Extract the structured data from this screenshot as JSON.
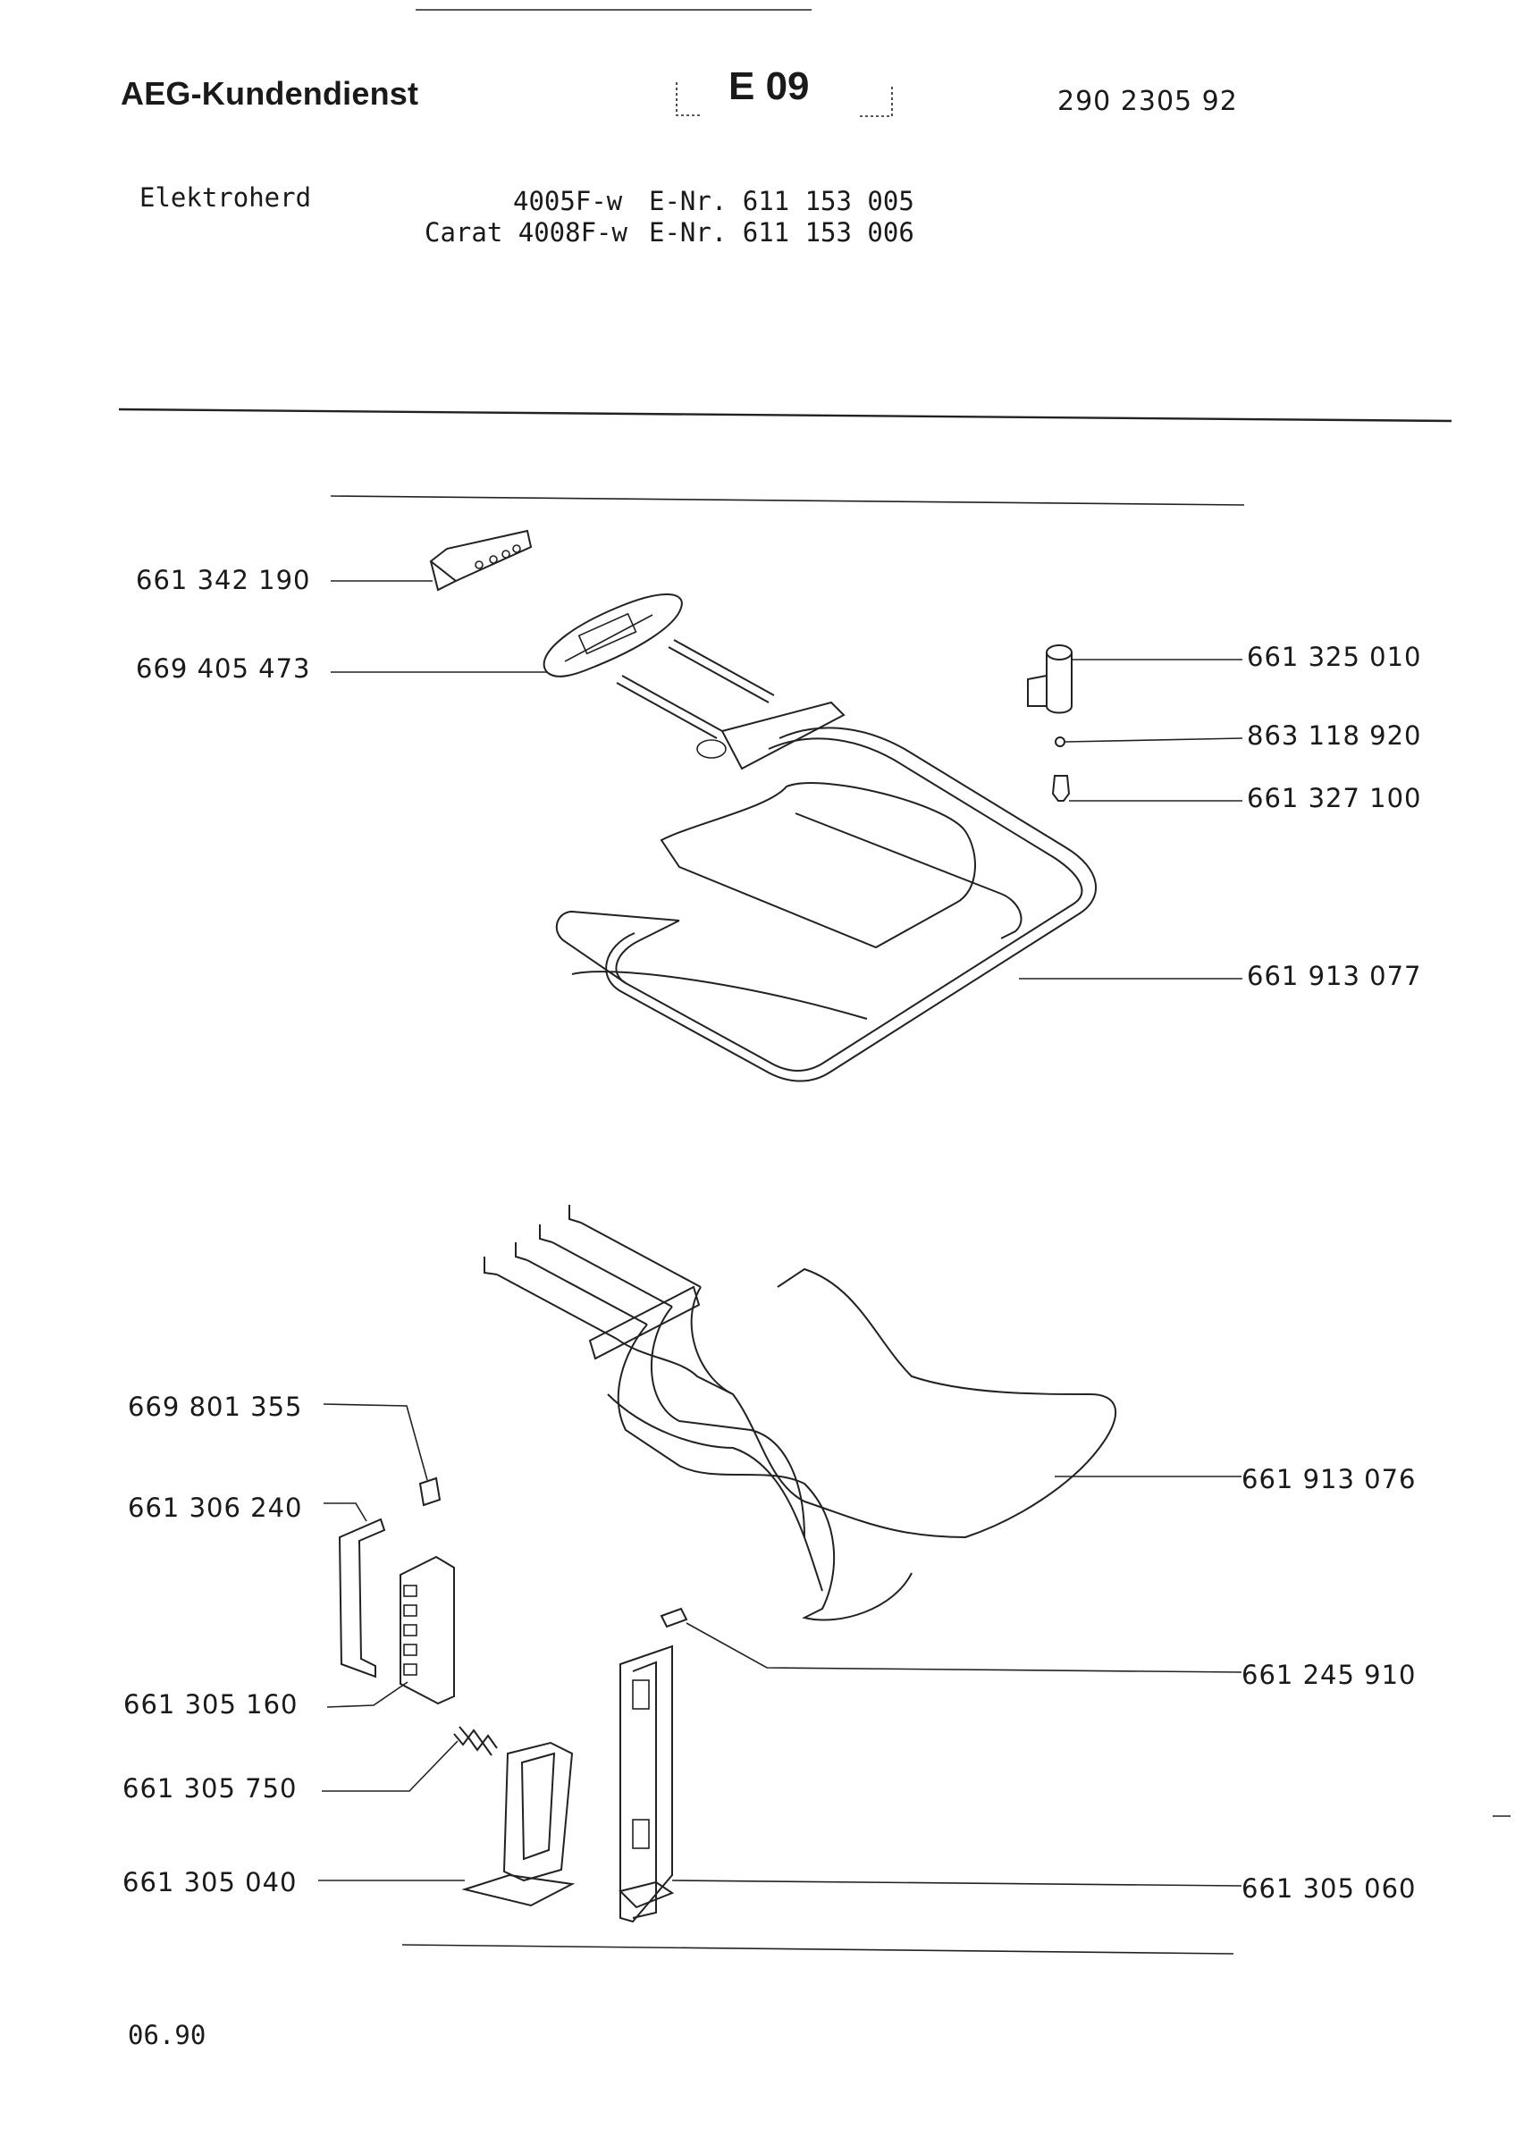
{
  "header": {
    "brand": "AEG-Kundendienst",
    "sheet_code": "E 09",
    "document_number": "290 2305 92"
  },
  "product": {
    "type": "Elektroherd",
    "models": [
      {
        "model": "4005F-w",
        "enr": "E-Nr. 611 153 005"
      },
      {
        "model": "Carat 4008F-w",
        "enr": "E-Nr. 611 153 006"
      }
    ]
  },
  "parts": {
    "upper": [
      {
        "number": "661 342 190"
      },
      {
        "number": "669 405 473"
      },
      {
        "number": "661 325 010"
      },
      {
        "number": "863 118 920"
      },
      {
        "number": "661 327 100"
      },
      {
        "number": "661 913 077"
      }
    ],
    "lower": [
      {
        "number": "669 801 355"
      },
      {
        "number": "661 306 240"
      },
      {
        "number": "661 305 160"
      },
      {
        "number": "661 305 750"
      },
      {
        "number": "661 305 040"
      },
      {
        "number": "661 913 076"
      },
      {
        "number": "661 245 910"
      },
      {
        "number": "661 305 060"
      }
    ]
  },
  "footer": {
    "date": "06.90"
  }
}
